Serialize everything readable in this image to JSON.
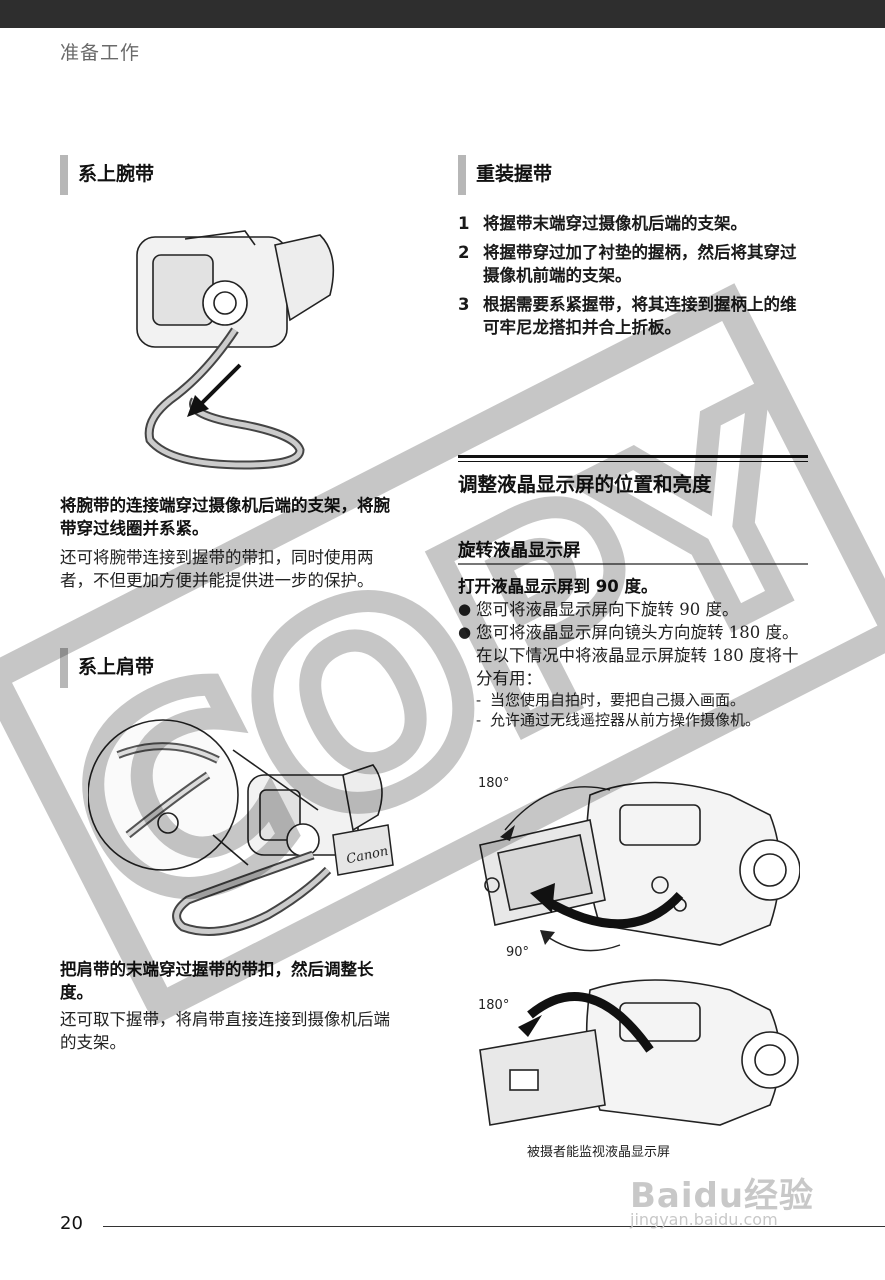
{
  "header": {
    "section": "准备工作"
  },
  "wrist_strap": {
    "heading": "系上腕带",
    "instruction": "将腕带的连接端穿过摄像机后端的支架，将腕带穿过线圈并系紧。",
    "note": "还可将腕带连接到握带的带扣，同时使用两者，不但更加方便并能提供进一步的保护。"
  },
  "shoulder_strap": {
    "heading": "系上肩带",
    "instruction": "把肩带的末端穿过握带的带扣，然后调整长度。",
    "note": "还可取下握带，将肩带直接连接到摄像机后端的支架。",
    "brand_on_strap": "Canon"
  },
  "grip_belt": {
    "heading": "重装握带",
    "steps": [
      {
        "num": "1",
        "text": "将握带末端穿过摄像机后端的支架。"
      },
      {
        "num": "2",
        "text": "将握带穿过加了衬垫的握柄，然后将其穿过摄像机前端的支架。"
      },
      {
        "num": "3",
        "text": "根据需要系紧握带，将其连接到握柄上的维可牢尼龙搭扣并合上折板。"
      }
    ]
  },
  "lcd": {
    "title": "调整液晶显示屏的位置和亮度",
    "subtitle": "旋转液晶显示屏",
    "open_instruction": "打开液晶显示屏到 90 度。",
    "bullets": [
      "您可将液晶显示屏向下旋转 90 度。",
      "您可将液晶显示屏向镜头方向旋转 180 度。 在以下情况中将液晶显示屏旋转 180 度将十分有用："
    ],
    "dashes": [
      "当您使用自拍时，要把自己摄入画面。",
      "允许通过无线遥控器从前方操作摄像机。"
    ],
    "degree_labels": {
      "top_a": "180°",
      "bottom_a": "90°",
      "top_b": "180°"
    },
    "caption": "被摄者能监视液晶显示屏"
  },
  "footer": {
    "page_number": "20"
  },
  "watermarks": {
    "copy_text": "COPY",
    "baidu_logo": "Baidu经验",
    "baidu_url": "jingyan.baidu.com"
  }
}
